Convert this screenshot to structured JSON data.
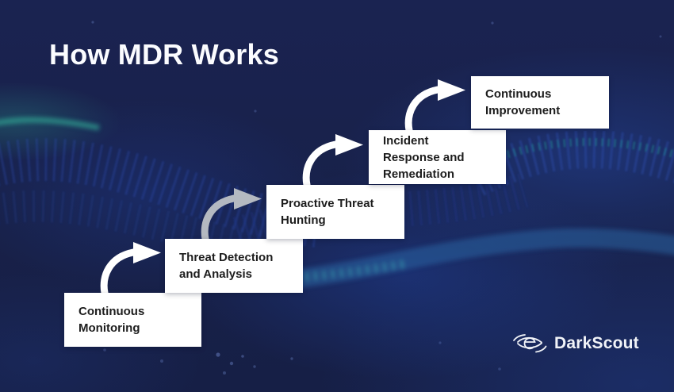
{
  "title": "How MDR Works",
  "steps": [
    {
      "label": "Continuous\nMonitoring"
    },
    {
      "label": "Threat Detection\nand Analysis"
    },
    {
      "label": "Proactive Threat\nHunting"
    },
    {
      "label": "Incident\nResponse and\nRemediation"
    },
    {
      "label": "Continuous\nImprovement"
    }
  ],
  "arrows": [
    {
      "from": "Continuous Monitoring",
      "to": "Threat Detection and Analysis",
      "color": "#ffffff"
    },
    {
      "from": "Threat Detection and Analysis",
      "to": "Proactive Threat Hunting",
      "color": "#b4b9c1"
    },
    {
      "from": "Proactive Threat Hunting",
      "to": "Incident Response and Remediation",
      "color": "#ffffff"
    },
    {
      "from": "Incident Response and Remediation",
      "to": "Continuous Improvement",
      "color": "#ffffff"
    }
  ],
  "logo": {
    "text": "DarkScout",
    "icon": "eye-icon"
  },
  "colors": {
    "background_navy": "#1a2351",
    "box_background": "#ffffff",
    "box_text": "#1d1d1d",
    "title_text": "#fbfcff",
    "arrow_white": "#ffffff",
    "arrow_gray": "#b4b9c1",
    "wave_blue": "#2c4cb4",
    "wave_teal": "#2da392"
  }
}
